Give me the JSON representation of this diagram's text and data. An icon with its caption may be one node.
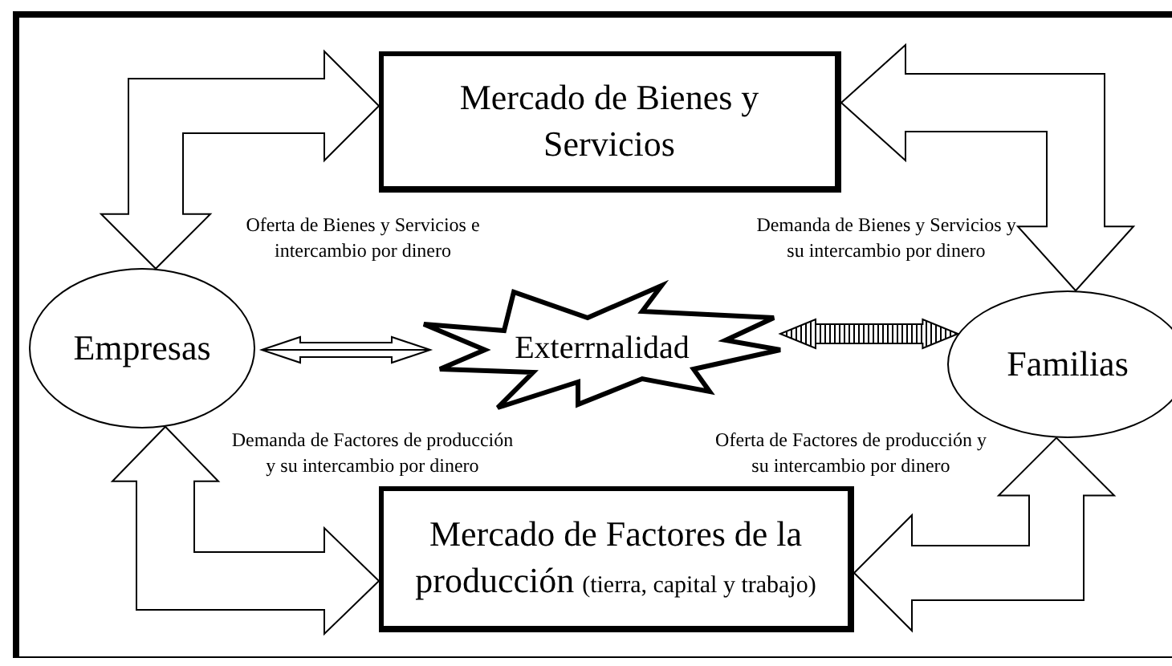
{
  "diagram": {
    "nodes": [
      {
        "text": [
          "Mercado de Bienes y Servicios"
        ]
      },
      {
        "text": [
          "Empresas"
        ]
      },
      {
        "text": [
          "Exterrnalidad"
        ]
      },
      {
        "text": [
          "Familias"
        ]
      },
      {
        "text": [
          "Mercado de Factores de la producción",
          "(tierra, capital y trabajo)"
        ]
      }
    ],
    "edges": [
      {
        "from": 1,
        "to": 0,
        "arrow": "both",
        "label": "Oferta de Bienes y Servicios e intercambio por dinero"
      },
      {
        "from": 3,
        "to": 0,
        "arrow": "both",
        "label": "Demanda de Bienes y Servicios y su intercambio por dinero"
      },
      {
        "from": 1,
        "to": 2,
        "arrow": "both"
      },
      {
        "from": 2,
        "to": 3,
        "arrow": "both"
      },
      {
        "from": 1,
        "to": 4,
        "arrow": "both",
        "label": "Demanda de Factores de producción y su intercambio por dinero"
      },
      {
        "from": 3,
        "to": 4,
        "arrow": "both",
        "label": "Oferta de Factores de producción y su intercambio por dinero"
      }
    ]
  }
}
